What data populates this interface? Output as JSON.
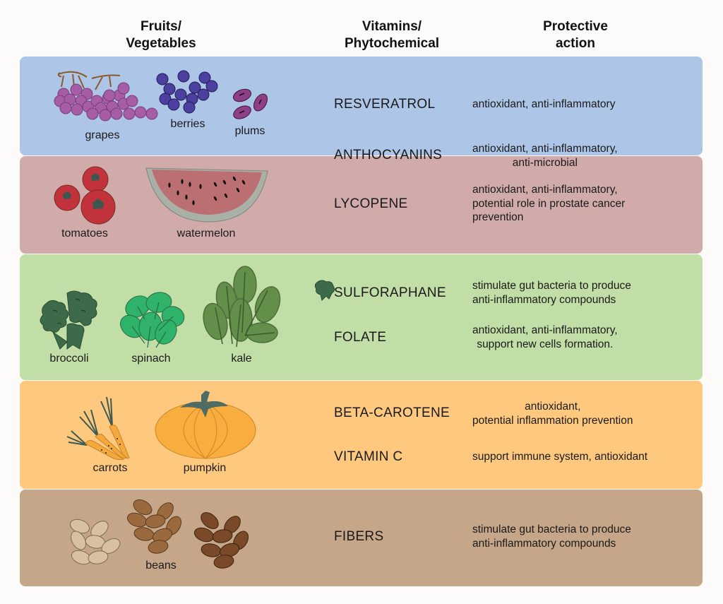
{
  "headers": {
    "col1": "Fruits/\nVegetables",
    "col2": "Vitamins/\nPhytochemical",
    "col3": "Protective\naction"
  },
  "colors": {
    "purple_band": "#adc5e7",
    "red_band": "#d0abaa",
    "green_band": "#c2dea7",
    "orange_band": "#fec97e",
    "brown_band": "#c6a688"
  },
  "rows": {
    "purple": {
      "foods": [
        "grapes",
        "berries",
        "plums"
      ],
      "compounds": [
        {
          "name": "RESVERATROL",
          "action": "antioxidant, anti-inflammatory"
        },
        {
          "name": "ANTHOCYANINS",
          "action": "antioxidant, anti-inflammatory,\nanti-microbial"
        }
      ]
    },
    "red": {
      "foods": [
        "tomatoes",
        "watermelon"
      ],
      "compounds": [
        {
          "name": "LYCOPENE",
          "action": "antioxidant, anti-inflammatory,\npotential role in prostate cancer\nprevention"
        }
      ]
    },
    "green": {
      "foods": [
        "broccoli",
        "spinach",
        "kale"
      ],
      "compounds": [
        {
          "name": "SULFORAPHANE",
          "action": "stimulate gut bacteria to produce\nanti-inflammatory compounds"
        },
        {
          "name": "FOLATE",
          "action": "antioxidant, anti-inflammatory,\nsupport new cells formation."
        }
      ]
    },
    "orange": {
      "foods": [
        "carrots",
        "pumpkin"
      ],
      "compounds": [
        {
          "name": "BETA-CAROTENE",
          "action": "antioxidant,\npotential inflammation prevention"
        },
        {
          "name": "VITAMIN C",
          "action": "support immune system, antioxidant"
        }
      ]
    },
    "brown": {
      "foods": [
        "beans"
      ],
      "compounds": [
        {
          "name": "FIBERS",
          "action": "stimulate gut bacteria to produce\nanti-inflammatory compounds"
        }
      ]
    }
  }
}
